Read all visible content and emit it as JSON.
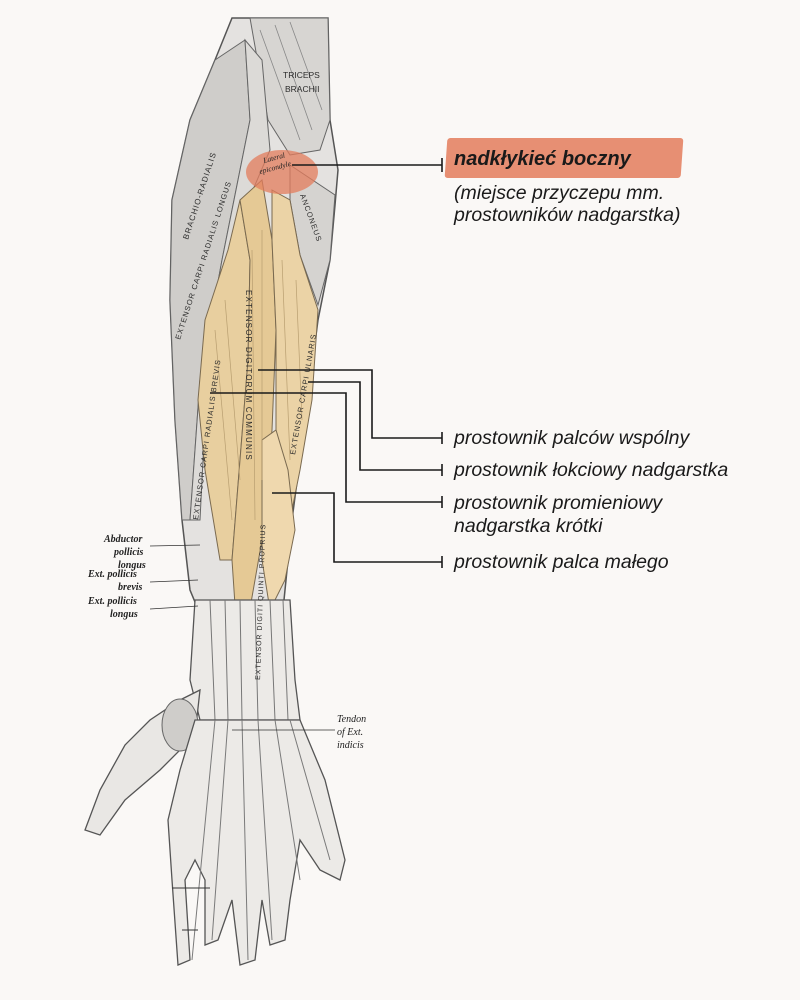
{
  "labels": {
    "epicondyle_title": "nadkłykieć boczny",
    "epicondyle_desc_line1": "(miejsce przyczepu mm.",
    "epicondyle_desc_line2": "prostowników nadgarstka)",
    "edc": "prostownik palców wspólny",
    "ecu": "prostownik łokciowy nadgarstka",
    "ecrb_line1": "prostownik promieniowy",
    "ecrb_line2": "nadgarstka krótki",
    "edm": "prostownik palca małego"
  },
  "engravings": {
    "triceps_line1": "TRICEPS",
    "triceps_line2": "BRACHII",
    "brachioradialis": "BRACHIO-RADIALIS",
    "ecrl": "EXTENSOR CARPI RADIALIS LONGUS",
    "anconeus": "ANCONEUS",
    "lateral_epicondyle_line1": "Lateral",
    "lateral_epicondyle_line2": "epicondyle",
    "edc": "EXTENSOR DIGITORUM COMMUNIS",
    "ecu": "EXTENSOR CARPI ULNARIS",
    "ecrb": "EXTENSOR CARPI RADIALIS BREVIS",
    "edq": "EXTENSOR DIGITI QUINTI PROPRIUS",
    "abductor_line1": "Abductor",
    "abductor_line2": "pollicis",
    "abductor_line3": "longus",
    "epb_line1": "Ext. pollicis",
    "epb_line2": "brevis",
    "epl_line1": "Ext. pollicis",
    "epl_line2": "longus",
    "tendon_line1": "Tendon",
    "tendon_line2": "of Ext.",
    "tendon_line3": "indicis"
  },
  "colors": {
    "background": "#faf8f6",
    "muscle_highlight": "#e8cf9f",
    "epicondyle_highlight": "#e37c5c",
    "leader_line": "#1a1a1a"
  }
}
